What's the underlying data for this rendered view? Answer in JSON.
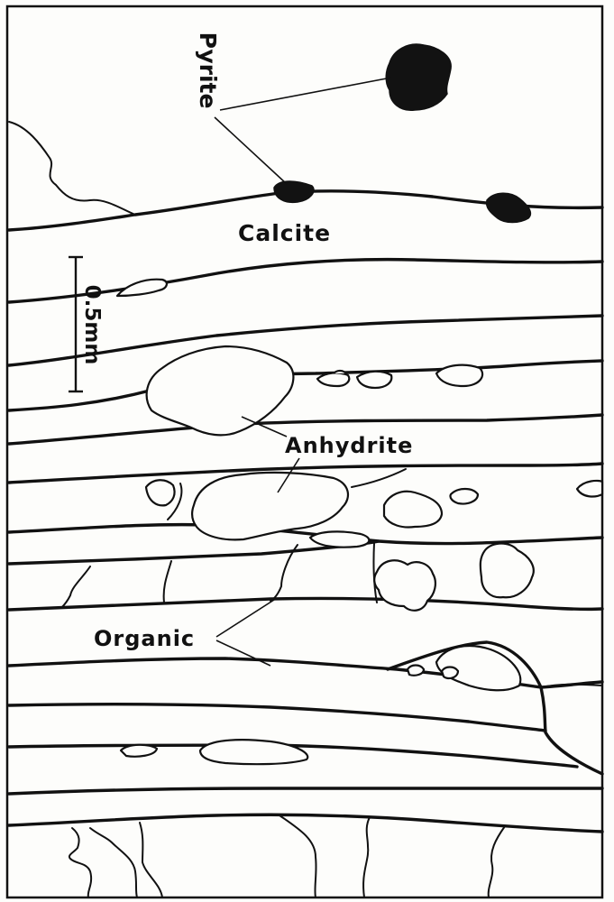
{
  "labels": {
    "pyrite": "Pyrite",
    "calcite": "Calcite",
    "anhydrite": "Anhydrite",
    "organic": "Organic",
    "scale": "0.5mm"
  }
}
